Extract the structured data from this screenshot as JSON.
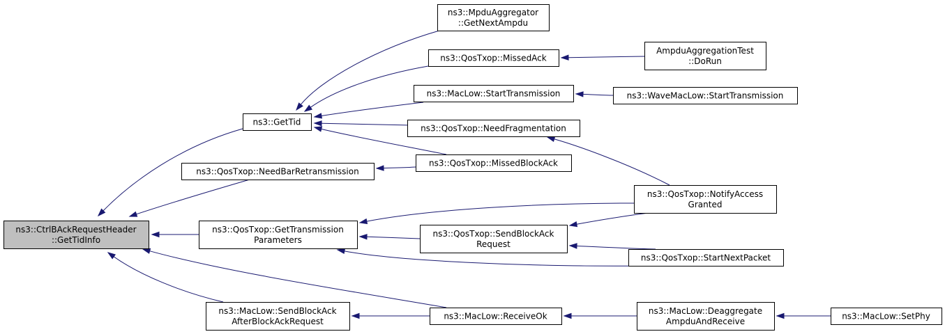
{
  "nodes": [
    {
      "id": "root",
      "lines": [
        "ns3::CtrlBAckRequestHeader",
        "::GetTidInfo"
      ],
      "highlight": true
    },
    {
      "id": "gettid",
      "lines": [
        "ns3::GetTid"
      ]
    },
    {
      "id": "needbar",
      "lines": [
        "ns3::QosTxop::NeedBarRetransmission"
      ]
    },
    {
      "id": "gettxparams",
      "lines": [
        "ns3::QosTxop::GetTransmission",
        "Parameters"
      ]
    },
    {
      "id": "sendbaafter",
      "lines": [
        "ns3::MacLow::SendBlockAck",
        "AfterBlockAckRequest"
      ]
    },
    {
      "id": "mpduagg",
      "lines": [
        "ns3::MpduAggregator",
        "::GetNextAmpdu"
      ]
    },
    {
      "id": "missedack",
      "lines": [
        "ns3::QosTxop::MissedAck"
      ]
    },
    {
      "id": "starttx",
      "lines": [
        "ns3::MacLow::StartTransmission"
      ]
    },
    {
      "id": "needfrag",
      "lines": [
        "ns3::QosTxop::NeedFragmentation"
      ]
    },
    {
      "id": "missedblockack",
      "lines": [
        "ns3::QosTxop::MissedBlockAck"
      ]
    },
    {
      "id": "sendbareq",
      "lines": [
        "ns3::QosTxop::SendBlockAck",
        "Request"
      ]
    },
    {
      "id": "receiveok",
      "lines": [
        "ns3::MacLow::ReceiveOk"
      ]
    },
    {
      "id": "ampdutest",
      "lines": [
        "AmpduAggregationTest",
        "::DoRun"
      ]
    },
    {
      "id": "wavestarttx",
      "lines": [
        "ns3::WaveMacLow::StartTransmission"
      ]
    },
    {
      "id": "notifyaccess",
      "lines": [
        "ns3::QosTxop::NotifyAccess",
        "Granted"
      ]
    },
    {
      "id": "startnext",
      "lines": [
        "ns3::QosTxop::StartNextPacket"
      ]
    },
    {
      "id": "deaggregate",
      "lines": [
        "ns3::MacLow::Deaggregate",
        "AmpduAndReceive"
      ]
    },
    {
      "id": "setphy",
      "lines": [
        "ns3::MacLow::SetPhy"
      ]
    }
  ],
  "edges": [
    {
      "from": "gettid",
      "to": "root"
    },
    {
      "from": "needbar",
      "to": "root"
    },
    {
      "from": "gettxparams",
      "to": "root"
    },
    {
      "from": "receiveok",
      "to": "root"
    },
    {
      "from": "sendbaafter",
      "to": "root"
    },
    {
      "from": "mpduagg",
      "to": "gettid"
    },
    {
      "from": "missedack",
      "to": "gettid"
    },
    {
      "from": "starttx",
      "to": "gettid"
    },
    {
      "from": "needfrag",
      "to": "gettid"
    },
    {
      "from": "missedblockack",
      "to": "gettid"
    },
    {
      "from": "missedblockack",
      "to": "needbar"
    },
    {
      "from": "notifyaccess",
      "to": "gettxparams"
    },
    {
      "from": "sendbareq",
      "to": "gettxparams"
    },
    {
      "from": "startnext",
      "to": "gettxparams"
    },
    {
      "from": "receiveok",
      "to": "sendbaafter"
    },
    {
      "from": "ampdutest",
      "to": "missedack"
    },
    {
      "from": "wavestarttx",
      "to": "starttx"
    },
    {
      "from": "notifyaccess",
      "to": "needfrag"
    },
    {
      "from": "notifyaccess",
      "to": "sendbareq"
    },
    {
      "from": "startnext",
      "to": "sendbareq"
    },
    {
      "from": "deaggregate",
      "to": "receiveok"
    },
    {
      "from": "setphy",
      "to": "deaggregate"
    }
  ],
  "colors": {
    "edge": "#191970",
    "root_fill": "#bfbfbf",
    "node_fill": "#ffffff",
    "border": "#000000"
  }
}
